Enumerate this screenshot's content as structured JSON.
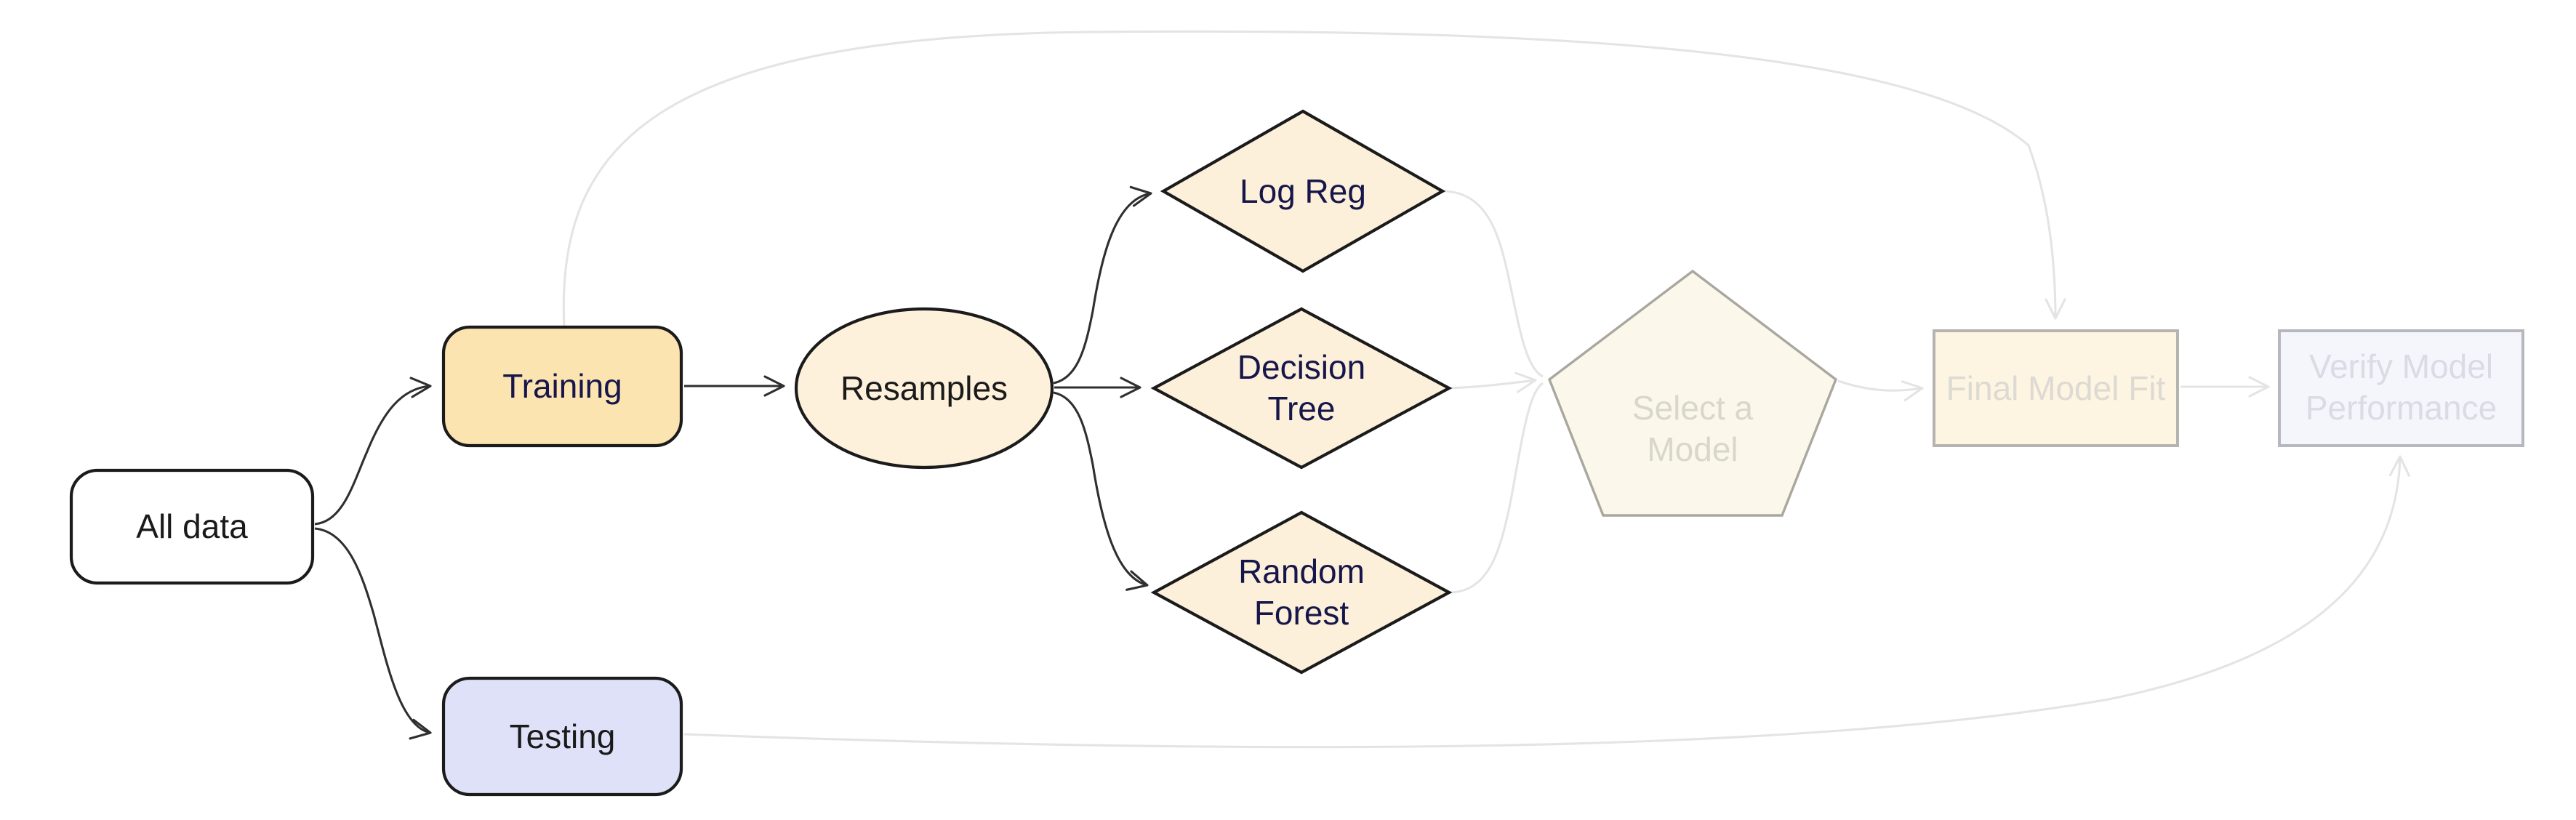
{
  "diagram": {
    "type": "flowchart",
    "background": "#ffffff",
    "nodes": {
      "all_data": {
        "label": "All data",
        "shape": "rounded-rect",
        "state": "active"
      },
      "training": {
        "label": "Training",
        "shape": "rounded-rect",
        "state": "active"
      },
      "testing": {
        "label": "Testing",
        "shape": "rounded-rect",
        "state": "active"
      },
      "resamples": {
        "label": "Resamples",
        "shape": "ellipse",
        "state": "active"
      },
      "log_reg": {
        "label": "Log Reg",
        "shape": "diamond",
        "state": "active"
      },
      "decision_tree": {
        "label": "Decision\nTree",
        "shape": "diamond",
        "state": "active"
      },
      "random_forest": {
        "label": "Random\nForest",
        "shape": "diamond",
        "state": "active"
      },
      "select_model": {
        "label": "Select a\nModel",
        "shape": "pentagon",
        "state": "faded"
      },
      "final_model_fit": {
        "label": "Final Model Fit",
        "shape": "rect",
        "state": "faded"
      },
      "verify_model": {
        "label": "Verify Model\nPerformance",
        "shape": "rect",
        "state": "faded"
      }
    },
    "edges": [
      {
        "from": "All data",
        "to": "Training",
        "state": "active"
      },
      {
        "from": "All data",
        "to": "Testing",
        "state": "active"
      },
      {
        "from": "Training",
        "to": "Resamples",
        "state": "active"
      },
      {
        "from": "Resamples",
        "to": "Log Reg",
        "state": "active"
      },
      {
        "from": "Resamples",
        "to": "Decision Tree",
        "state": "active"
      },
      {
        "from": "Resamples",
        "to": "Random Forest",
        "state": "active"
      },
      {
        "from": "Log Reg",
        "to": "Select a Model",
        "state": "faded"
      },
      {
        "from": "Decision Tree",
        "to": "Select a Model",
        "state": "faded"
      },
      {
        "from": "Random Forest",
        "to": "Select a Model",
        "state": "faded"
      },
      {
        "from": "Select a Model",
        "to": "Final Model Fit",
        "state": "faded"
      },
      {
        "from": "Final Model Fit",
        "to": "Verify Model Performance",
        "state": "faded"
      },
      {
        "from": "Training",
        "to": "Final Model Fit",
        "state": "faded"
      },
      {
        "from": "Testing",
        "to": "Verify Model Performance",
        "state": "faded"
      }
    ],
    "colors": {
      "all_data_fill": "#ffffff",
      "training_fill": "#fce4b0",
      "testing_fill": "#dee1f8",
      "resamples_fill": "#fdf1dc",
      "diamond_fill": "#fcf0da",
      "pentagon_fill": "#fbf8eb",
      "pentagon_border": "#a9a79e",
      "final_fit_fill": "#fdf4e2",
      "final_fit_border": "#b6b4b0",
      "verify_fill": "#f5f6fc",
      "verify_border": "#b6b7bf",
      "node_border_dark": "#1b1b1b",
      "edge_dark": "#2f2f2f",
      "edge_faded": "#e4e4e4",
      "text_dark": "#1a1a1a",
      "text_navy": "#16164a",
      "text_faded_warm": "#d9d6cb",
      "text_faded_gray": "#dcdad2",
      "text_faded_cool": "#d9dbe5"
    }
  }
}
